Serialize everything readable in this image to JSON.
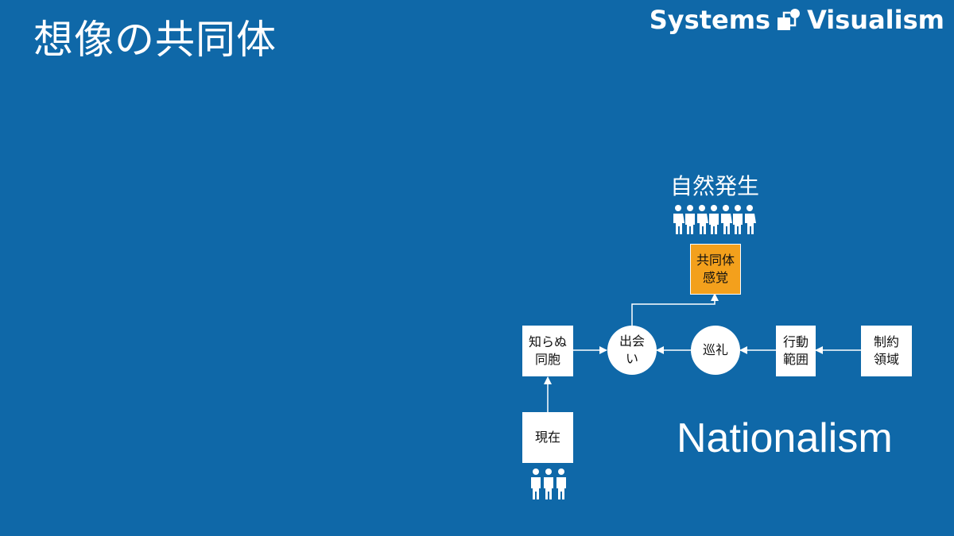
{
  "header": {
    "title": "想像の共同体",
    "brand_left": "Systems",
    "brand_right": "Visualism"
  },
  "diagram": {
    "top_label": "自然発生",
    "bottom_label": "Nationalism",
    "nodes": {
      "community": "共同体\n感覚",
      "strangers": "知らぬ\n同胞",
      "encounter": "出会\nい",
      "pilgrimage": "巡礼",
      "range": "行動\n範囲",
      "territory": "制約\n領域",
      "present": "現在"
    },
    "icons": {
      "crowd_top": "people-group-icon",
      "crowd_bottom": "people-group-icon"
    },
    "colors": {
      "background": "#0f68a8",
      "highlight": "#f3a01c",
      "node": "#ffffff"
    }
  }
}
